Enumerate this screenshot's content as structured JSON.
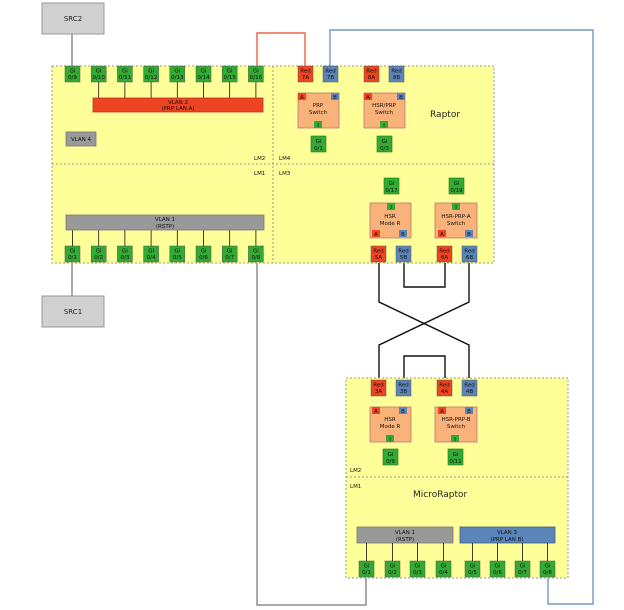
{
  "sources": {
    "src2": "SRC2",
    "src1": "SRC1"
  },
  "raptor": {
    "title": "Raptor",
    "lm_labels": {
      "lm2": "LM2",
      "lm4": "LM4",
      "lm1": "LM1",
      "lm3": "LM3"
    },
    "top_ports": [
      {
        "id": "gi0_9",
        "l1": "Gi",
        "l2": "0/9"
      },
      {
        "id": "gi0_10",
        "l1": "Gi",
        "l2": "0/10"
      },
      {
        "id": "gi0_11",
        "l1": "Gi",
        "l2": "0/11"
      },
      {
        "id": "gi0_12",
        "l1": "Gi",
        "l2": "0/12"
      },
      {
        "id": "gi0_13",
        "l1": "Gi",
        "l2": "0/13"
      },
      {
        "id": "gi0_14",
        "l1": "Gi",
        "l2": "0/14"
      },
      {
        "id": "gi0_15",
        "l1": "Gi",
        "l2": "0/15"
      },
      {
        "id": "gi0_16",
        "l1": "Gi",
        "l2": "0/16"
      }
    ],
    "bottom_ports": [
      {
        "id": "gi0_1",
        "l1": "Gi",
        "l2": "0/1"
      },
      {
        "id": "gi0_2",
        "l1": "Gi",
        "l2": "0/2"
      },
      {
        "id": "gi0_3",
        "l1": "Gi",
        "l2": "0/3"
      },
      {
        "id": "gi0_4",
        "l1": "Gi",
        "l2": "0/4"
      },
      {
        "id": "gi0_5",
        "l1": "Gi",
        "l2": "0/5"
      },
      {
        "id": "gi0_6",
        "l1": "Gi",
        "l2": "0/6"
      },
      {
        "id": "gi0_7",
        "l1": "Gi",
        "l2": "0/7"
      },
      {
        "id": "gi0_8",
        "l1": "Gi",
        "l2": "0/8"
      }
    ],
    "vlan2": {
      "l1": "VLAN 2",
      "l2": "(PRP LAN A)"
    },
    "vlan4": "VLAN 4",
    "vlan1": {
      "l1": "VLAN 1",
      "l2": "(RSTP)"
    },
    "red_ports_top": [
      {
        "l1": "Red",
        "l2": "7A",
        "color": "#ee4422"
      },
      {
        "l1": "Red",
        "l2": "7B",
        "color": "#5b85b8"
      },
      {
        "l1": "Red",
        "l2": "8A",
        "color": "#ee4422"
      },
      {
        "l1": "Red",
        "l2": "8B",
        "color": "#5b85b8"
      }
    ],
    "prp_switch": {
      "l1": "PRP",
      "l2": "Switch",
      "a": "A",
      "b": "B",
      "i": "I"
    },
    "hsrprp_switch": {
      "l1": "HSR/PRP",
      "l2": "Switch",
      "a": "A",
      "b": "B",
      "i": "I"
    },
    "gi0_1_lm4": {
      "l1": "Gi",
      "l2": "0/1"
    },
    "gi0_3_lm4": {
      "l1": "Gi",
      "l2": "0/3"
    },
    "gi0_17": {
      "l1": "Gi",
      "l2": "0/17"
    },
    "gi0_19": {
      "l1": "Gi",
      "l2": "0/19"
    },
    "hsr_mode_r": {
      "l1": "HSR",
      "l2": "Mode R",
      "a": "A",
      "b": "B",
      "i": "I"
    },
    "hsr_prp_a": {
      "l1": "HSR-PRP-A",
      "l2": "Switch",
      "a": "A",
      "b": "B",
      "i": "I"
    },
    "red_ports_bottom": [
      {
        "l1": "Red",
        "l2": "5A",
        "color": "#ee4422"
      },
      {
        "l1": "Red",
        "l2": "5B",
        "color": "#5b85b8"
      },
      {
        "l1": "Red",
        "l2": "6A",
        "color": "#ee4422"
      },
      {
        "l1": "Red",
        "l2": "6B",
        "color": "#5b85b8"
      }
    ]
  },
  "microraptor": {
    "title": "MicroRaptor",
    "lm_labels": {
      "lm2": "LM2",
      "lm1": "LM1"
    },
    "red_ports": [
      {
        "l1": "Red",
        "l2": "3A",
        "color": "#ee4422"
      },
      {
        "l1": "Red",
        "l2": "3B",
        "color": "#5b85b8"
      },
      {
        "l1": "Red",
        "l2": "4A",
        "color": "#ee4422"
      },
      {
        "l1": "Red",
        "l2": "4B",
        "color": "#5b85b8"
      }
    ],
    "hsr_mode_r": {
      "l1": "HSR",
      "l2": "Mode R",
      "a": "A",
      "b": "B",
      "i": "I"
    },
    "hsr_prp_b": {
      "l1": "HSR-PRP-B",
      "l2": "Switch",
      "a": "A",
      "b": "B",
      "i": "I"
    },
    "gi0_9": {
      "l1": "Gi",
      "l2": "0/9"
    },
    "gi0_11": {
      "l1": "Gi",
      "l2": "0/11"
    },
    "vlan1": {
      "l1": "VLAN 1",
      "l2": "(RSTP)"
    },
    "vlan3": {
      "l1": "VLAN 3",
      "l2": "(PRP LAN B)"
    },
    "bottom_ports": [
      {
        "id": "m_gi0_1",
        "l1": "Gi",
        "l2": "0/1"
      },
      {
        "id": "m_gi0_2",
        "l1": "Gi",
        "l2": "0/2"
      },
      {
        "id": "m_gi0_3",
        "l1": "Gi",
        "l2": "0/3"
      },
      {
        "id": "m_gi0_4",
        "l1": "Gi",
        "l2": "0/4"
      },
      {
        "id": "m_gi0_5",
        "l1": "Gi",
        "l2": "0/5"
      },
      {
        "id": "m_gi0_6",
        "l1": "Gi",
        "l2": "0/6"
      },
      {
        "id": "m_gi0_7",
        "l1": "Gi",
        "l2": "0/7"
      },
      {
        "id": "m_gi0_8",
        "l1": "Gi",
        "l2": "0/8"
      }
    ]
  },
  "colors": {
    "module_fill": "#ffff99",
    "port_green": "#33aa33",
    "vlan_orange": "#ee4422",
    "vlan_gray": "#999999",
    "vlan_blue": "#5b85b8",
    "switch_fill": "#f9b27a",
    "src_fill": "#d0d0d0"
  }
}
